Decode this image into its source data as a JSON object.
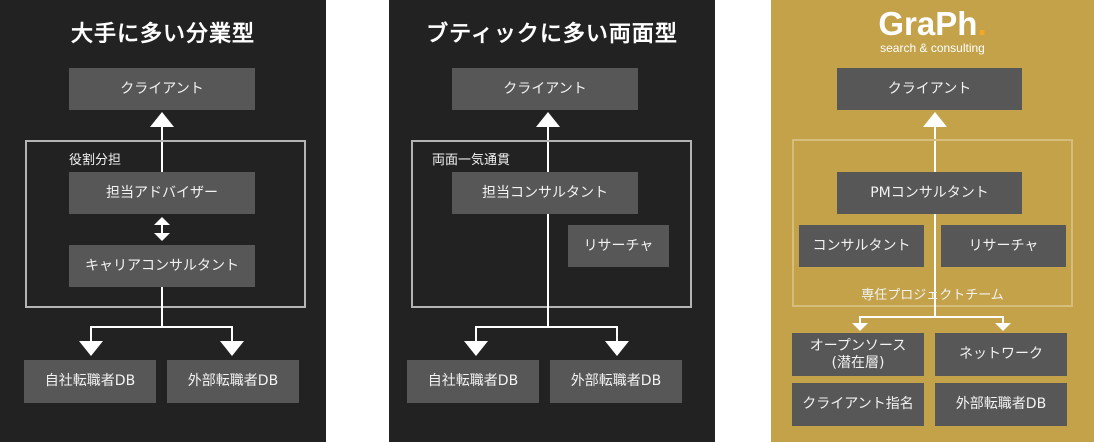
{
  "colors": {
    "dark_panel_bg": "#222222",
    "gold_panel_bg": "#c3a24a",
    "box_bg": "#575757",
    "frame_dark": "#b4b4b4",
    "frame_gold": "#d6bd7c",
    "logo_dot": "#f5a623"
  },
  "panels": [
    {
      "title": "大手に多い分業型",
      "client": "クライアント",
      "frame_label": "役割分担",
      "roles": [
        "担当アドバイザー",
        "キャリアコンサルタント"
      ],
      "sources": [
        "自社転職者DB",
        "外部転職者DB"
      ]
    },
    {
      "title": "ブティックに多い両面型",
      "client": "クライアント",
      "frame_label": "両面一気通貫",
      "roles": [
        "担当コンサルタント",
        "リサーチャ"
      ],
      "sources": [
        "自社転職者DB",
        "外部転職者DB"
      ]
    },
    {
      "logo": {
        "name": "GraPh",
        "dot": ".",
        "tagline": "search & consulting"
      },
      "client": "クライアント",
      "frame_label": "専任プロジェクトチーム",
      "roles": [
        "PMコンサルタント",
        "コンサルタント",
        "リサーチャ"
      ],
      "sources": [
        "オープンソース",
        "(潜在層)",
        "ネットワーク",
        "クライアント指名",
        "外部転職者DB"
      ]
    }
  ]
}
